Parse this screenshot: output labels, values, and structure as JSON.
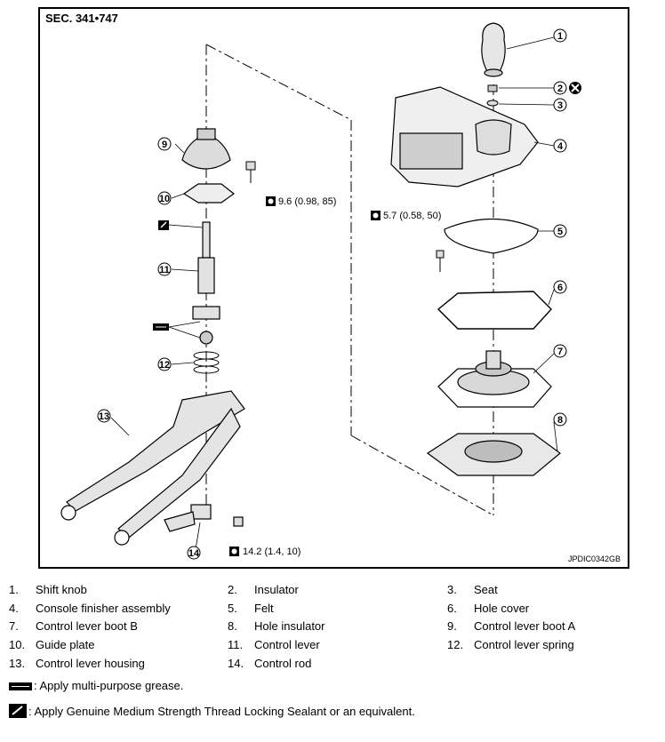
{
  "section_label": "SEC. 341•747",
  "figure_code": "JPDIC0342GB",
  "callouts": [
    "1",
    "2",
    "3",
    "4",
    "5",
    "6",
    "7",
    "8",
    "9",
    "10",
    "11",
    "12",
    "13",
    "14"
  ],
  "torque_specs": {
    "bolt_guide_plate": "9.6 (0.98, 85)",
    "bolt_hole_cover": "5.7 (0.58, 50)",
    "bolt_control_rod": "14.2 (1.4, 10)"
  },
  "legend": [
    {
      "num": "1.",
      "label": "Shift knob"
    },
    {
      "num": "2.",
      "label": "Insulator"
    },
    {
      "num": "3.",
      "label": "Seat"
    },
    {
      "num": "4.",
      "label": "Console finisher assembly"
    },
    {
      "num": "5.",
      "label": "Felt"
    },
    {
      "num": "6.",
      "label": "Hole cover"
    },
    {
      "num": "7.",
      "label": "Control lever boot B"
    },
    {
      "num": "8.",
      "label": "Hole insulator"
    },
    {
      "num": "9.",
      "label": "Control lever boot A"
    },
    {
      "num": "10.",
      "label": "Guide plate"
    },
    {
      "num": "11.",
      "label": "Control lever"
    },
    {
      "num": "12.",
      "label": "Control lever spring"
    },
    {
      "num": "13.",
      "label": "Control lever housing"
    },
    {
      "num": "14.",
      "label": "Control rod"
    }
  ],
  "notes": {
    "grease": ": Apply multi-purpose grease.",
    "sealant": ": Apply Genuine Medium Strength Thread Locking Sealant or an equivalent."
  },
  "icons": [
    "torque-wrench-icon",
    "grease-icon",
    "sealant-icon",
    "do-not-reuse-icon"
  ]
}
